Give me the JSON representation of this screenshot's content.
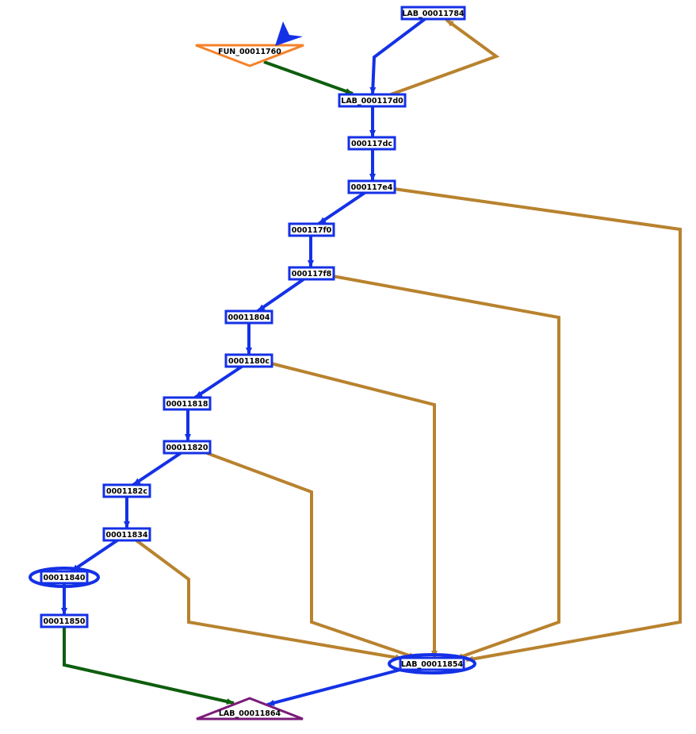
{
  "colors": {
    "node_border": "#1431e6",
    "fall_through_edge": "#1431e6",
    "conditional_edge": "#b8822e",
    "unconditional_edge": "#0e5e0e",
    "entry_node": "#f5822b",
    "exit_node": "#7a1a7a",
    "label_text": "#000000",
    "background": "#ffffff"
  },
  "nodes": [
    {
      "id": "lab_00011784",
      "label": "LAB_00011784",
      "shape": "rect",
      "icon": "code-block"
    },
    {
      "id": "fun_00011760",
      "label": "FUN_00011760",
      "shape": "inverted-triangle",
      "role": "entry",
      "icon": "entry-arrow-icon"
    },
    {
      "id": "lab_000117d0",
      "label": "LAB_000117d0",
      "shape": "rect"
    },
    {
      "id": "n_000117dc",
      "label": "000117dc",
      "shape": "rect"
    },
    {
      "id": "n_000117e4",
      "label": "000117e4",
      "shape": "rect"
    },
    {
      "id": "n_000117f0",
      "label": "000117f0",
      "shape": "rect"
    },
    {
      "id": "n_000117f8",
      "label": "000117f8",
      "shape": "rect"
    },
    {
      "id": "n_00011804",
      "label": "00011804",
      "shape": "rect"
    },
    {
      "id": "n_0001180c",
      "label": "0001180c",
      "shape": "rect"
    },
    {
      "id": "n_00011818",
      "label": "00011818",
      "shape": "rect"
    },
    {
      "id": "n_00011820",
      "label": "00011820",
      "shape": "rect"
    },
    {
      "id": "n_0001182c",
      "label": "0001182c",
      "shape": "rect"
    },
    {
      "id": "n_00011834",
      "label": "00011834",
      "shape": "rect"
    },
    {
      "id": "n_00011840",
      "label": "00011840",
      "shape": "rect",
      "highlighted": true
    },
    {
      "id": "n_00011850",
      "label": "00011850",
      "shape": "rect"
    },
    {
      "id": "lab_00011854",
      "label": "LAB_00011854",
      "shape": "rect",
      "highlighted": true
    },
    {
      "id": "lab_00011864",
      "label": "LAB_00011864",
      "shape": "triangle",
      "role": "exit"
    }
  ],
  "edges": [
    {
      "from": "fun_00011760",
      "to": "lab_000117d0",
      "kind": "unconditional"
    },
    {
      "from": "lab_00011784",
      "to": "lab_000117d0",
      "kind": "fall-through"
    },
    {
      "from": "lab_000117d0",
      "to": "lab_00011784",
      "kind": "conditional"
    },
    {
      "from": "lab_000117d0",
      "to": "n_000117dc",
      "kind": "fall-through"
    },
    {
      "from": "n_000117dc",
      "to": "n_000117e4",
      "kind": "fall-through"
    },
    {
      "from": "n_000117e4",
      "to": "n_000117f0",
      "kind": "fall-through"
    },
    {
      "from": "n_000117e4",
      "to": "lab_00011854",
      "kind": "conditional"
    },
    {
      "from": "n_000117f0",
      "to": "n_000117f8",
      "kind": "fall-through"
    },
    {
      "from": "n_000117f8",
      "to": "n_00011804",
      "kind": "fall-through"
    },
    {
      "from": "n_000117f8",
      "to": "lab_00011854",
      "kind": "conditional"
    },
    {
      "from": "n_00011804",
      "to": "n_0001180c",
      "kind": "fall-through"
    },
    {
      "from": "n_0001180c",
      "to": "n_00011818",
      "kind": "fall-through"
    },
    {
      "from": "n_0001180c",
      "to": "lab_00011854",
      "kind": "conditional"
    },
    {
      "from": "n_00011818",
      "to": "n_00011820",
      "kind": "fall-through"
    },
    {
      "from": "n_00011820",
      "to": "n_0001182c",
      "kind": "fall-through"
    },
    {
      "from": "n_00011820",
      "to": "lab_00011854",
      "kind": "conditional"
    },
    {
      "from": "n_0001182c",
      "to": "n_00011834",
      "kind": "fall-through"
    },
    {
      "from": "n_00011834",
      "to": "n_00011840",
      "kind": "fall-through"
    },
    {
      "from": "n_00011834",
      "to": "lab_00011854",
      "kind": "conditional"
    },
    {
      "from": "n_00011840",
      "to": "n_00011850",
      "kind": "fall-through"
    },
    {
      "from": "n_00011850",
      "to": "lab_00011864",
      "kind": "unconditional"
    },
    {
      "from": "lab_00011854",
      "to": "lab_00011864",
      "kind": "fall-through"
    }
  ]
}
